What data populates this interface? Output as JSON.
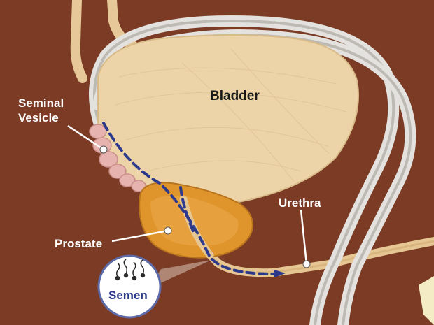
{
  "labels": {
    "bladder": "Bladder",
    "seminal_vesicle_line1": "Seminal",
    "seminal_vesicle_line2": "Vesicle",
    "prostate": "Prostate",
    "urethra": "Urethra",
    "semen": "Semen"
  },
  "colors": {
    "background": "#7b3b25",
    "bladder": "#ecd4a8",
    "prostate": "#e0952c",
    "seminal_vesicle": "#e7b3ae",
    "tube_outer": "#e4e2de",
    "tube_inner": "#bdbab4",
    "path_dashes": "#2d3a8c",
    "urethra": "#e6c692",
    "leader_lines": "#ffffff"
  }
}
